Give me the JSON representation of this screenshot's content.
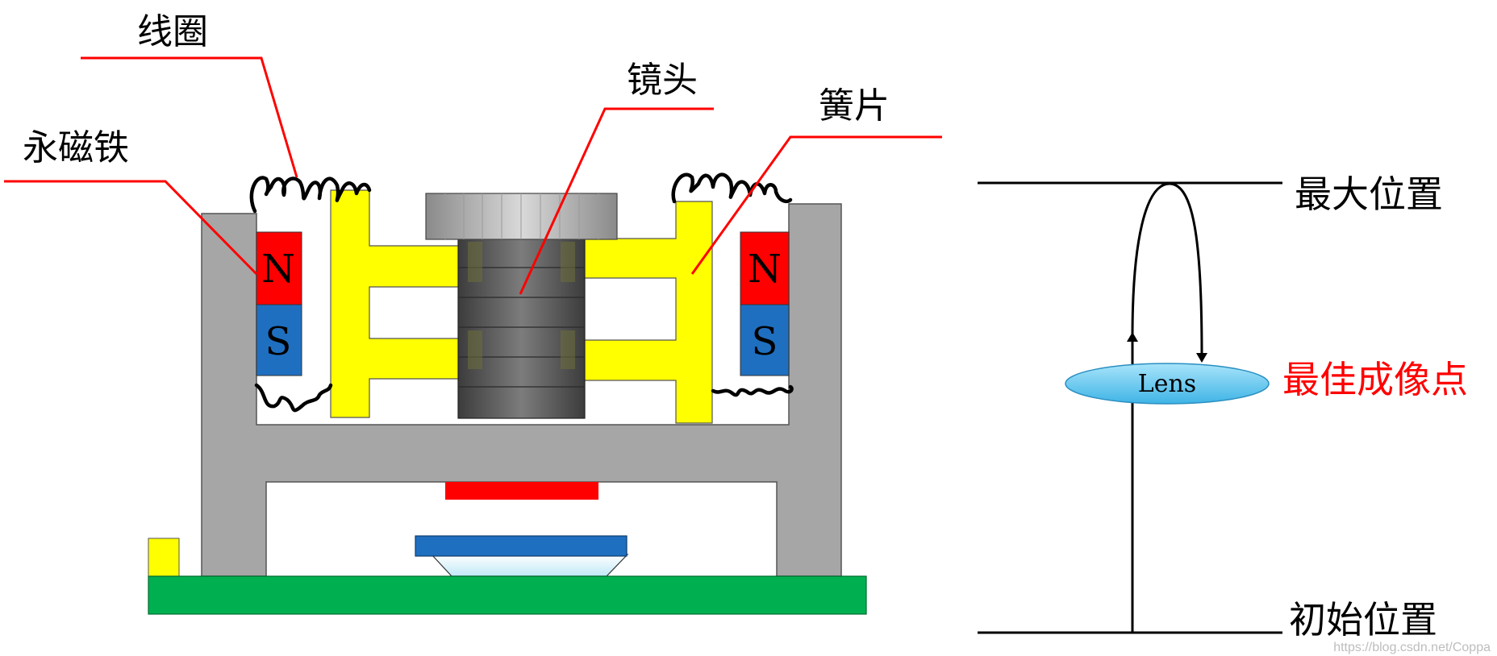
{
  "labels": {
    "coil": "线圈",
    "lens": "镜头",
    "spring": "簧片",
    "magnet": "永磁铁",
    "max_position": "最大位置",
    "best_focus": "最佳成像点",
    "initial_position": "初始位置",
    "lens_ellipse": "Lens"
  },
  "poles": {
    "north": "N",
    "south": "S"
  },
  "watermark": "https://blog.csdn.net/Coppa",
  "colors": {
    "housing": "#a6a6a6",
    "magnet_north": "#ff0000",
    "magnet_south": "#1f6fc0",
    "spring": "#ffff00",
    "pcb": "#00b050",
    "leader_line": "#ff0000",
    "lens_ellipse": "#5bc8f0",
    "lens_barrel": "#5a5a5a"
  }
}
